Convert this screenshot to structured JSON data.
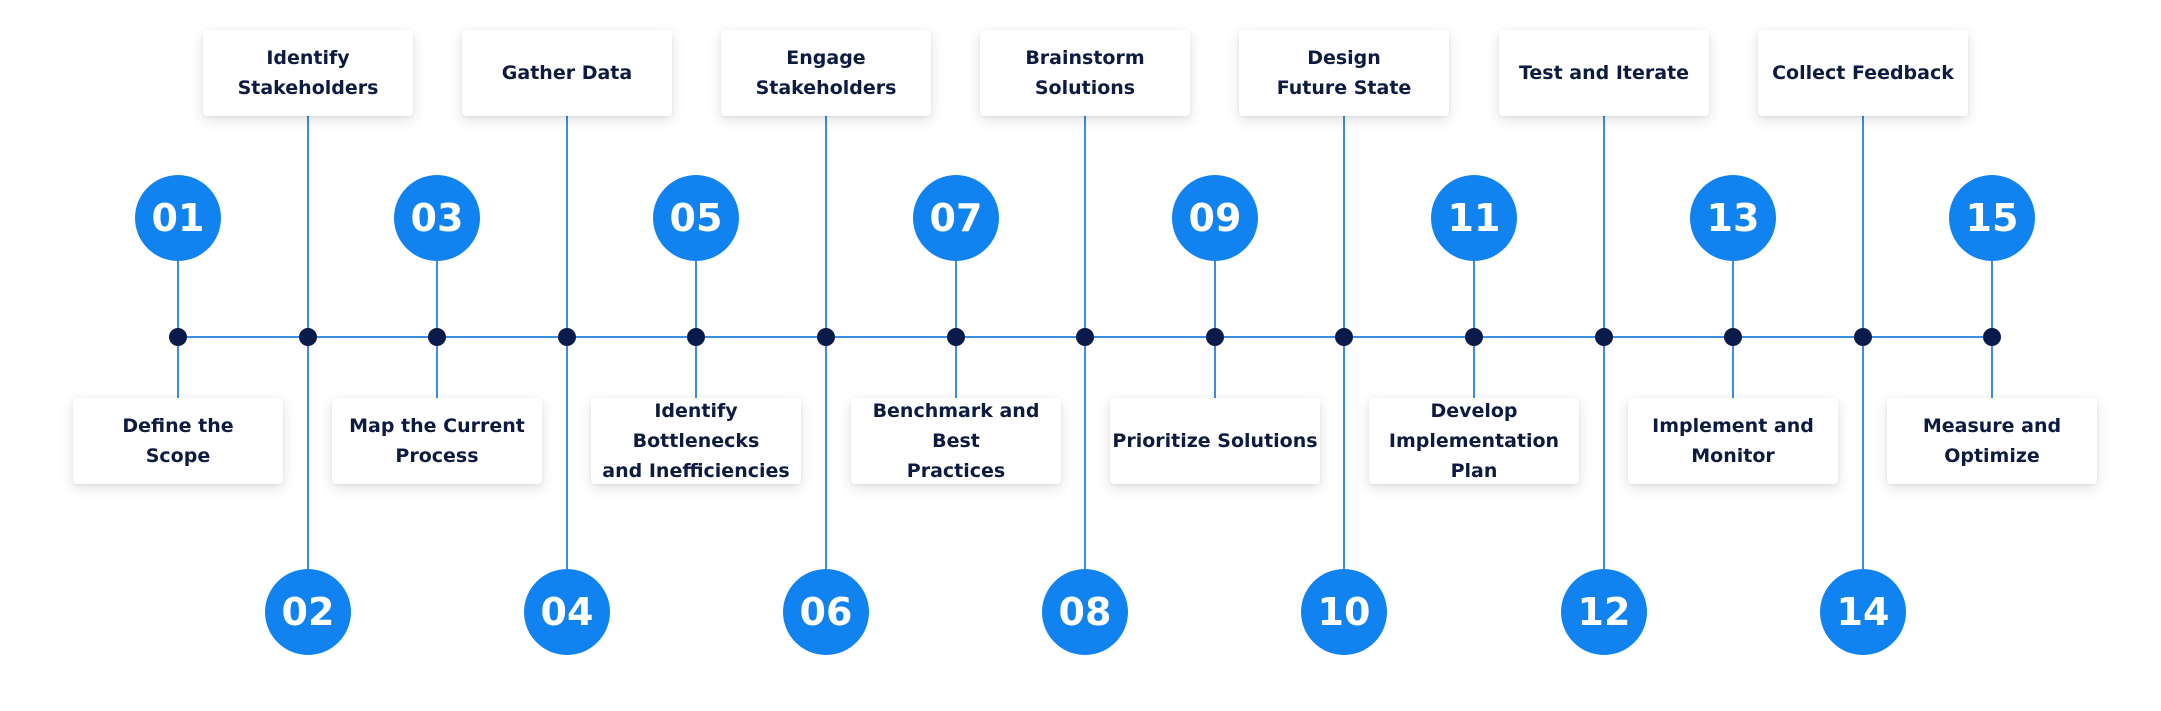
{
  "colors": {
    "accent": "#1183f0",
    "dot": "#0a1a4a",
    "line": "#3a8ee6",
    "text": "#0d1b40"
  },
  "steps": [
    {
      "number": "01",
      "label": "Define the\nScope"
    },
    {
      "number": "02",
      "label": "Identify\nStakeholders"
    },
    {
      "number": "03",
      "label": "Map the Current\nProcess"
    },
    {
      "number": "04",
      "label": "Gather Data"
    },
    {
      "number": "05",
      "label": "Identify Bottlenecks\nand Inefficiencies"
    },
    {
      "number": "06",
      "label": "Engage\nStakeholders"
    },
    {
      "number": "07",
      "label": "Benchmark and Best\nPractices"
    },
    {
      "number": "08",
      "label": "Brainstorm\nSolutions"
    },
    {
      "number": "09",
      "label": "Prioritize Solutions"
    },
    {
      "number": "10",
      "label": "Design\nFuture State"
    },
    {
      "number": "11",
      "label": "Develop\nImplementation Plan"
    },
    {
      "number": "12",
      "label": "Test and Iterate"
    },
    {
      "number": "13",
      "label": "Implement and\nMonitor"
    },
    {
      "number": "14",
      "label": "Collect Feedback"
    },
    {
      "number": "15",
      "label": "Measure and\nOptimize"
    }
  ]
}
